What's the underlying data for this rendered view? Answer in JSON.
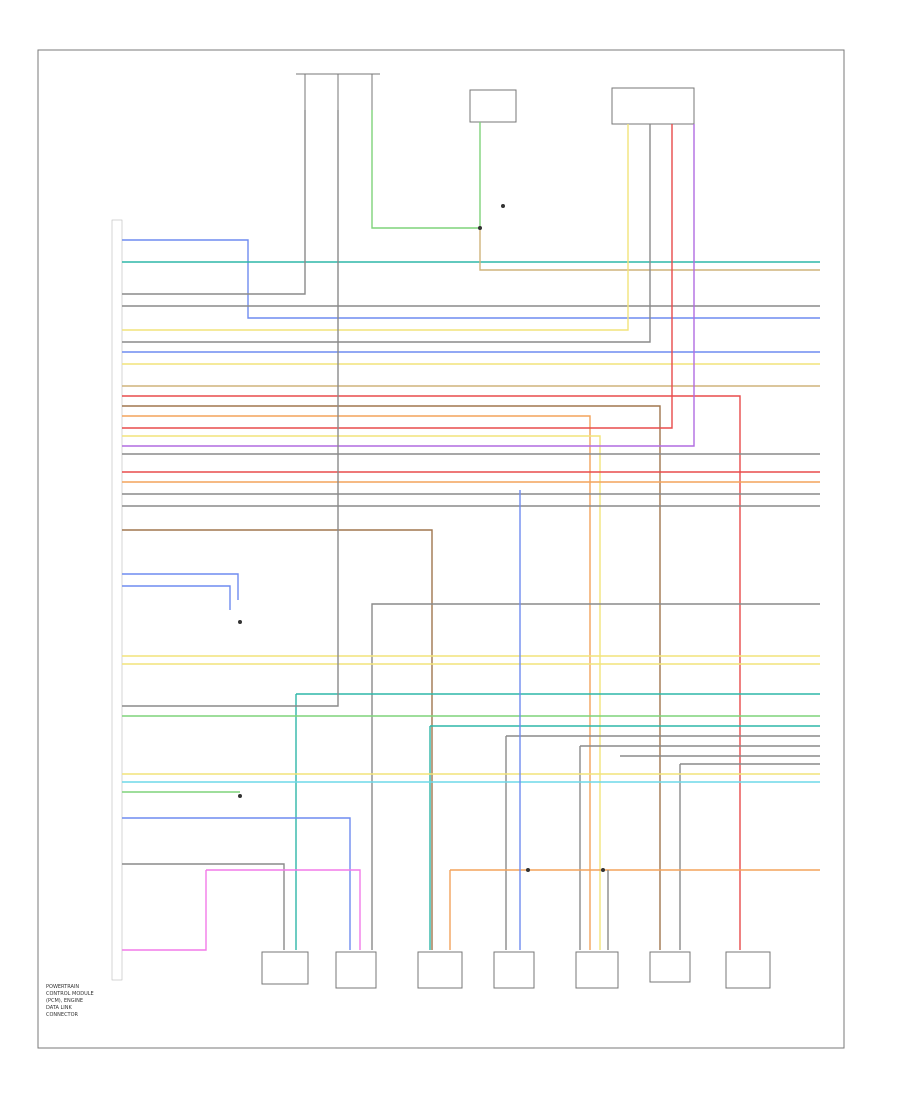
{
  "diagram": {
    "title_block": [
      "POWERTRAIN",
      "CONTROL MODULE",
      "(PCM), ENGINE",
      "DATA LINK",
      "CONNECTOR"
    ],
    "footer_code": "",
    "top_components": [
      {
        "id": "tc1",
        "lines": [
          "",
          ""
        ]
      },
      {
        "id": "tc2",
        "lines": [
          "",
          "",
          ""
        ]
      },
      {
        "id": "tc3",
        "lines": [
          "",
          "",
          "",
          ""
        ]
      }
    ],
    "bottom_components": [
      {
        "id": "bc1",
        "lines": [
          "",
          "",
          "",
          "",
          ""
        ]
      },
      {
        "id": "bc2",
        "lines": [
          "",
          "",
          "",
          "",
          ""
        ]
      },
      {
        "id": "bc3",
        "lines": [
          "",
          "",
          "",
          "",
          ""
        ]
      },
      {
        "id": "bc4",
        "lines": [
          "",
          "",
          "",
          "",
          ""
        ]
      },
      {
        "id": "bc5",
        "lines": [
          "",
          "",
          "",
          "",
          ""
        ]
      },
      {
        "id": "bc6",
        "lines": [
          "",
          "",
          "",
          "",
          ""
        ]
      },
      {
        "id": "bc7",
        "lines": [
          "",
          "",
          "",
          "",
          ""
        ]
      }
    ],
    "wire_colors": {
      "blue": "#6f8cf0",
      "teal": "#2fb7a8",
      "gray": "#8a8a8a",
      "yellow": "#f2e47a",
      "red": "#e84b4b",
      "purple": "#b06ce0",
      "orange": "#f3a35c",
      "tan": "#cfb37b",
      "pink": "#f27ae8",
      "green": "#7fd37a",
      "cyan": "#6fd8e8",
      "brown": "#a0764e",
      "black": "#555555"
    }
  }
}
